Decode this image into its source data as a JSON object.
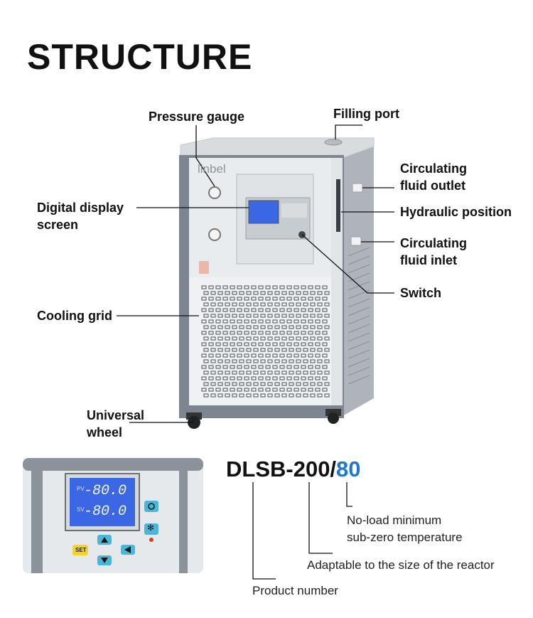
{
  "title": "STRUCTURE",
  "brand": "linbel",
  "labels": {
    "pressure_gauge": "Pressure gauge",
    "filling_port": "Filling port",
    "circulating_outlet_line1": "Circulating",
    "circulating_outlet_line2": "fluid outlet",
    "digital_display_line1": "Digital display",
    "digital_display_line2": "screen",
    "hydraulic_position": "Hydraulic position",
    "circulating_inlet_line1": "Circulating",
    "circulating_inlet_line2": "fluid inlet",
    "switch": "Switch",
    "cooling_grid": "Cooling grid",
    "universal_wheel_line1": "Universal",
    "universal_wheel_line2": "wheel"
  },
  "panel": {
    "pv_label": "PV",
    "sv_label": "SV",
    "pv_value": "-80.0",
    "sv_value": "-80.0",
    "set_button": "SET"
  },
  "model": {
    "prefix": "DLSB-200/",
    "suffix": "80"
  },
  "annotations": {
    "temperature_line1": "No-load minimum",
    "temperature_line2": "sub-zero temperature",
    "reactor": "Adaptable to the size of the reactor",
    "product": "Product number"
  },
  "colors": {
    "accent": "#1f78d1",
    "body_gray": "#7d8590",
    "panel_light": "#e9ecee",
    "screen_blue": "#3c67e4"
  }
}
